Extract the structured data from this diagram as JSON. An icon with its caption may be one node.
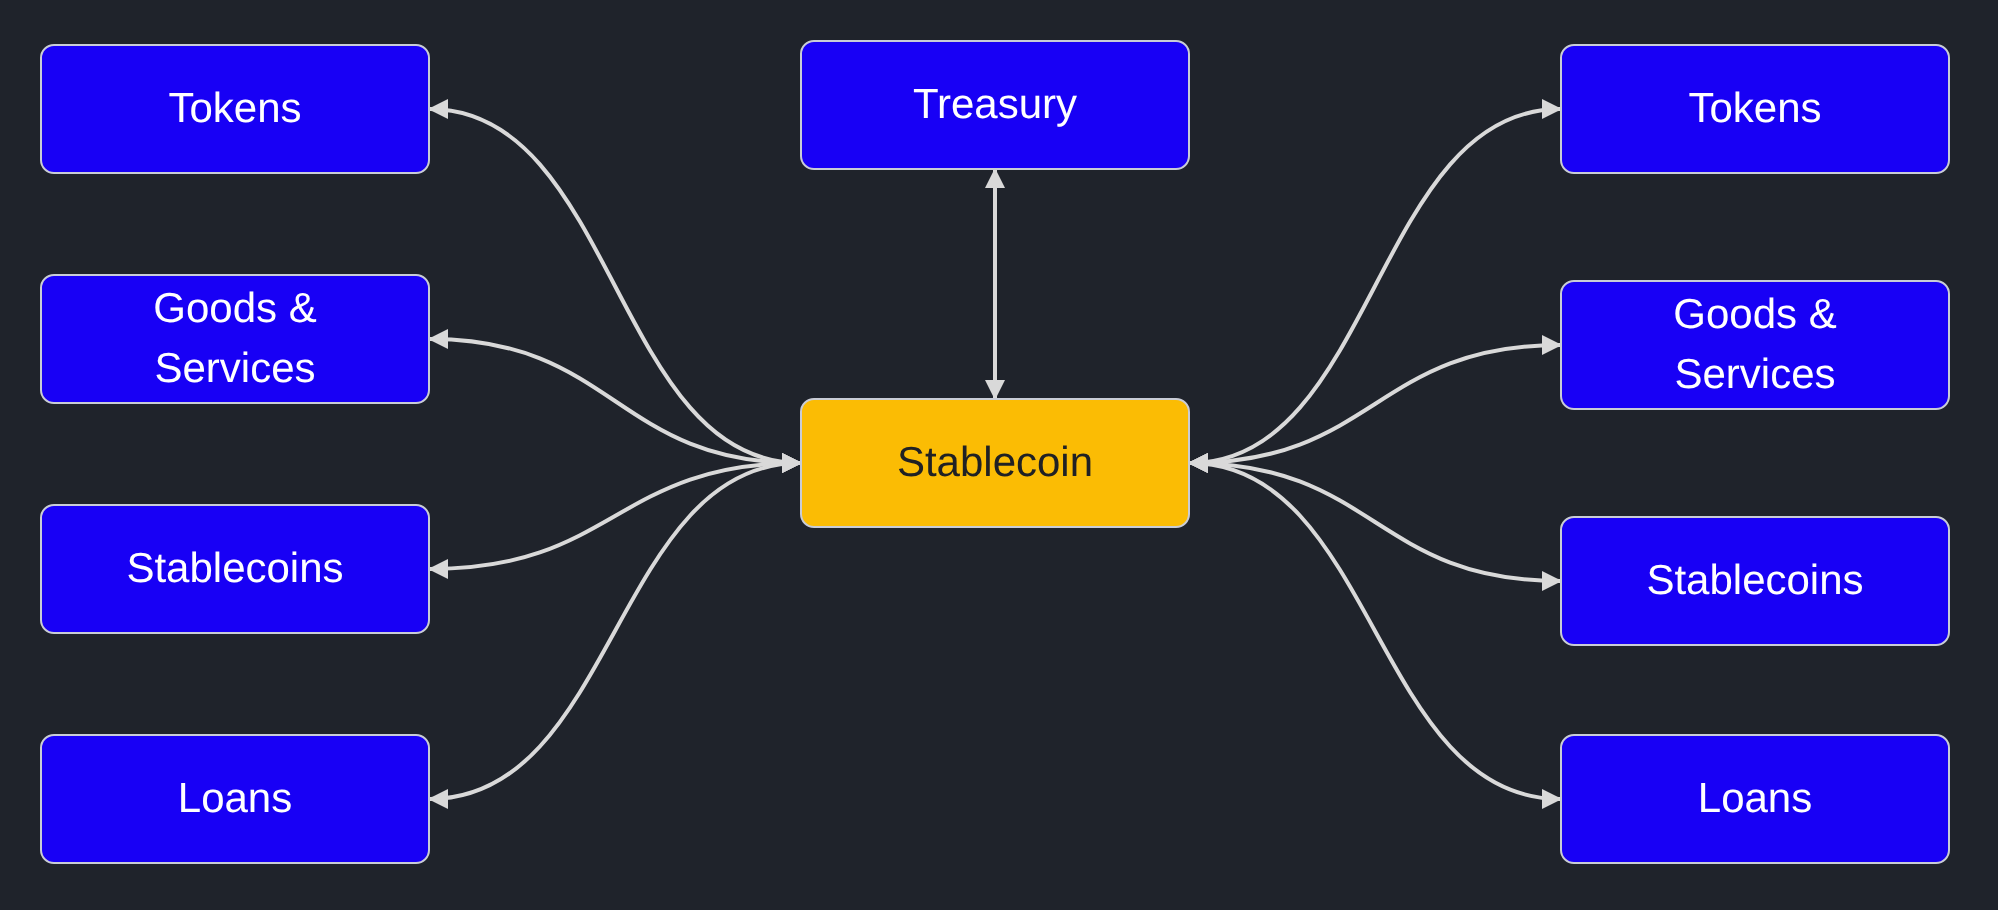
{
  "diagram": {
    "nodes": [
      {
        "text": [
          "Tokens"
        ]
      },
      {
        "text": [
          "Treasury"
        ]
      },
      {
        "text": [
          "Tokens"
        ]
      },
      {
        "text": [
          "Goods & Services"
        ]
      },
      {
        "text": [
          "Goods & Services"
        ]
      },
      {
        "text": [
          "Stablecoin"
        ]
      },
      {
        "text": [
          "Stablecoins"
        ]
      },
      {
        "text": [
          "Stablecoins"
        ]
      },
      {
        "text": [
          "Loans"
        ]
      },
      {
        "text": [
          "Loans"
        ]
      }
    ],
    "edges": [
      {
        "from": 5,
        "to": 0,
        "arrow": "both"
      },
      {
        "from": 5,
        "to": 3,
        "arrow": "both"
      },
      {
        "from": 5,
        "to": 6,
        "arrow": "both"
      },
      {
        "from": 5,
        "to": 8,
        "arrow": "both"
      },
      {
        "from": 5,
        "to": 1,
        "arrow": "both"
      },
      {
        "from": 5,
        "to": 2,
        "arrow": "both"
      },
      {
        "from": 5,
        "to": 4,
        "arrow": "both"
      },
      {
        "from": 5,
        "to": 7,
        "arrow": "both"
      },
      {
        "from": 5,
        "to": 9,
        "arrow": "both"
      }
    ]
  }
}
